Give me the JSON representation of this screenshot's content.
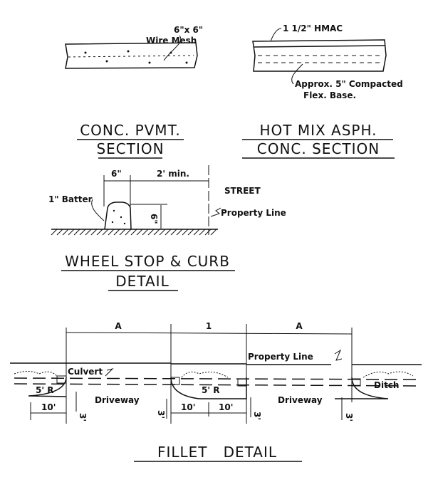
{
  "pavement": {
    "mesh_size": "6\"x 6\"",
    "mesh_label": "Wire Mesh",
    "title_1": "CONC. PVMT.",
    "title_2": "SECTION"
  },
  "asphalt": {
    "hmac_label": "1 1/2\" HMAC",
    "base_label_1": "Approx. 5\" Compacted",
    "base_label_2": "Flex. Base.",
    "title_1": "HOT MIX ASPH.",
    "title_2": "CONC. SECTION"
  },
  "wheel_stop": {
    "width_dim": "6\"",
    "setback_dim": "2' min.",
    "height_dim": "6\"",
    "batter_label": "1\" Batter",
    "street_label": "STREET",
    "property_line_label": "Property Line",
    "title_1": "WHEEL STOP & CURB",
    "title_2": "DETAIL"
  },
  "fillet": {
    "dim_a_left": "A",
    "dim_center": "1",
    "dim_a_right": "A",
    "property_line_label": "Property Line",
    "culvert_label": "Culvert",
    "ditch_label": "Ditch",
    "radius_left": "5' R",
    "radius_center": "5' R",
    "driveway_left": "Driveway",
    "driveway_right": "Driveway",
    "ten_left": "10'",
    "ten_center_left": "10'",
    "ten_center_right": "10'",
    "three_1": "3'",
    "three_2": "3'",
    "three_3": "3'",
    "three_4": "3'",
    "title": "FILLET   DETAIL"
  }
}
